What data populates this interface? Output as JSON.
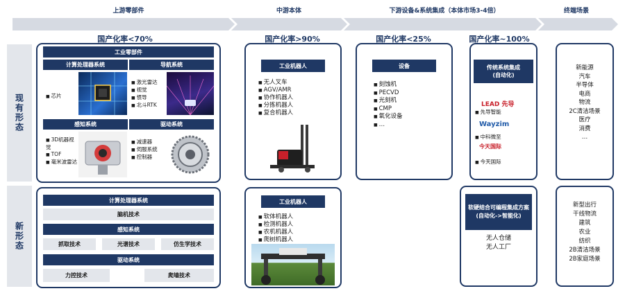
{
  "stages": [
    {
      "name": "上游零部件"
    },
    {
      "name": "中游本体"
    },
    {
      "name": "下游设备&系统集成（本体市场3-4倍）"
    },
    {
      "name": "终端场景"
    }
  ],
  "rates": {
    "upstream": "国产化率<70%",
    "midstream": "国产化率>90%",
    "equipment": "国产化率<25%",
    "integration": "国产化率~100%"
  },
  "rows": {
    "current": "现有形态",
    "new": "新形态"
  },
  "upstream_current": {
    "header": "工业零部件",
    "compute": {
      "title": "计算处理器系统",
      "items": [
        "芯片"
      ]
    },
    "nav": {
      "title": "导航系统",
      "items": [
        "激光雷达",
        "视觉",
        "惯导",
        "北斗RTK"
      ]
    },
    "sensing": {
      "title": "感知系统",
      "items": [
        "3D机器视觉",
        "TOF",
        "毫米波雷达"
      ]
    },
    "drive": {
      "title": "驱动系统",
      "items": [
        "减速器",
        "伺服系统",
        "控制器"
      ]
    }
  },
  "upstream_new": {
    "compute": "计算处理器系统",
    "brain": "脑机技术",
    "sensing": "感知系统",
    "sensing_items": [
      "抓取技术",
      "光谱技术",
      "仿生学技术"
    ],
    "drive": "驱动系统",
    "drive_items": [
      "力控技术",
      "爬墙技术"
    ]
  },
  "mid_current": {
    "header": "工业机器人",
    "items": [
      "无人叉车",
      "AGV/AMR",
      "协作机器人",
      "分拣机器人",
      "复合机器人"
    ]
  },
  "mid_new": {
    "header": "工业机器人",
    "items": [
      "软体机器人",
      "检测机器人",
      "农机机器人",
      "爬树机器人"
    ]
  },
  "equipment": {
    "header": "设备",
    "items": [
      "刻蚀机",
      "PECVD",
      "光刻机",
      "CMP",
      "氧化设备",
      "…"
    ]
  },
  "integration_current": {
    "header": "传统系统集成\n(自动化)",
    "companies": [
      "先导智能",
      "中科微至",
      "今天国际"
    ],
    "logos": [
      "LEAD 先导",
      "Wayzim",
      "今天国际"
    ]
  },
  "integration_new": {
    "header": "软硬结合可编程集成方案\n(自动化->智能化)",
    "items": [
      "无人仓储",
      "无人工厂"
    ]
  },
  "scenes_current": [
    "新能源",
    "汽车",
    "半导体",
    "电商",
    "物流",
    "2C清洁场景",
    "医疗",
    "消费",
    "…"
  ],
  "scenes_new": [
    "新型出行",
    "干线物流",
    "建筑",
    "农业",
    "纺织",
    "2B清洁场景",
    "2B家庭场景"
  ],
  "colors": {
    "navy": "#1f3864",
    "gray": "#e3e6eb",
    "chevron": "#d6dae2"
  }
}
